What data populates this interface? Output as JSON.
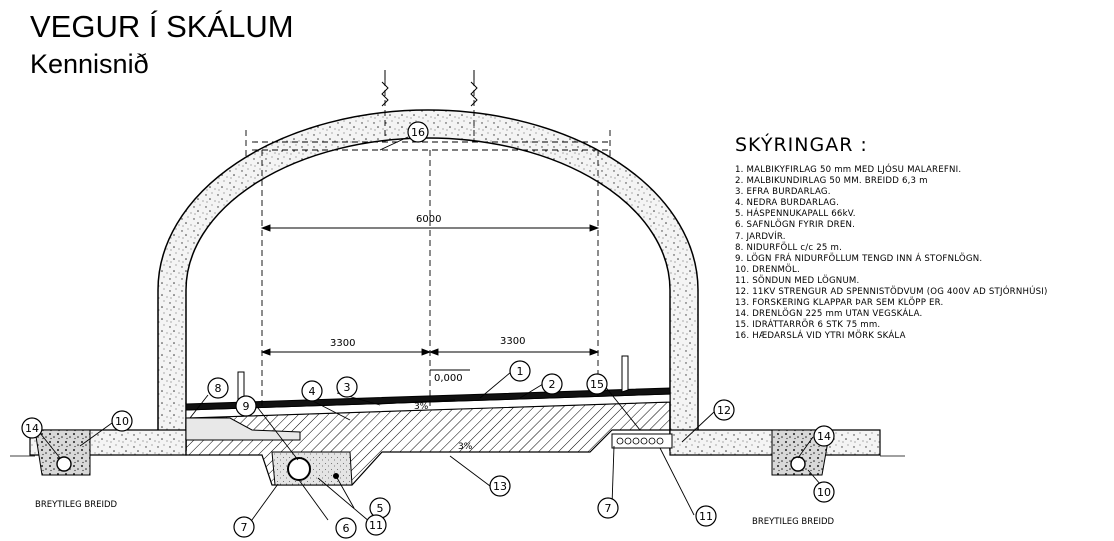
{
  "title": "VEGUR Í SKÁLUM",
  "subtitle": "Kennisnið",
  "legend": {
    "title": "SKÝRINGAR :",
    "items": [
      "1. MALBIKYFIRLAG 50 mm MED LJÓSU MALAREFNI.",
      "2. MALBIKUNDIRLAG 50 MM. BREIDD 6,3 m",
      "3. EFRA BURDARLAG.",
      "4. NEDRA BURDARLAG.",
      "5. HÁSPENNUKAPALL 66kV.",
      "6. SAFNLÖGN FYRIR DREN.",
      "7. JARDVÍR.",
      "8. NIDURFÖLL c/c 25 m.",
      "9. LÖGN FRÁ NIDURFÖLLUM TENGD INN Á STOFNLÖGN.",
      "10. DRENMÖL.",
      "11. SÖNDUN MED LÖGNUM.",
      "12. 11KV STRENGUR AD SPENNISTÖDVUM (OG 400V AD STJÓRNHÚSI)",
      "13. FORSKERING KLAPPAR ÞAR SEM KLÖPP ER.",
      "14. DRENLÖGN 225 mm UTAN VEGSKÁLA.",
      "15. IDRÁTTARRÖR 6 STK 75 mm.",
      "16. HÆDARSLÁ VID YTRI MÖRK SKÁLA"
    ]
  },
  "dimensions": {
    "total_width": "6000",
    "half_left": "3300",
    "half_right": "3300",
    "elevation": "0,000",
    "slope_road": "3%",
    "slope_base": "3%"
  },
  "labels": {
    "variable_width_left": "BREYTILEG BREIDD",
    "variable_width_right": "BREYTILEG BREIDD"
  },
  "callouts": [
    "16",
    "8",
    "9",
    "3",
    "4",
    "1",
    "2",
    "15",
    "12",
    "14",
    "10",
    "14",
    "10",
    "5",
    "6",
    "7",
    "11",
    "13",
    "7",
    "11"
  ]
}
